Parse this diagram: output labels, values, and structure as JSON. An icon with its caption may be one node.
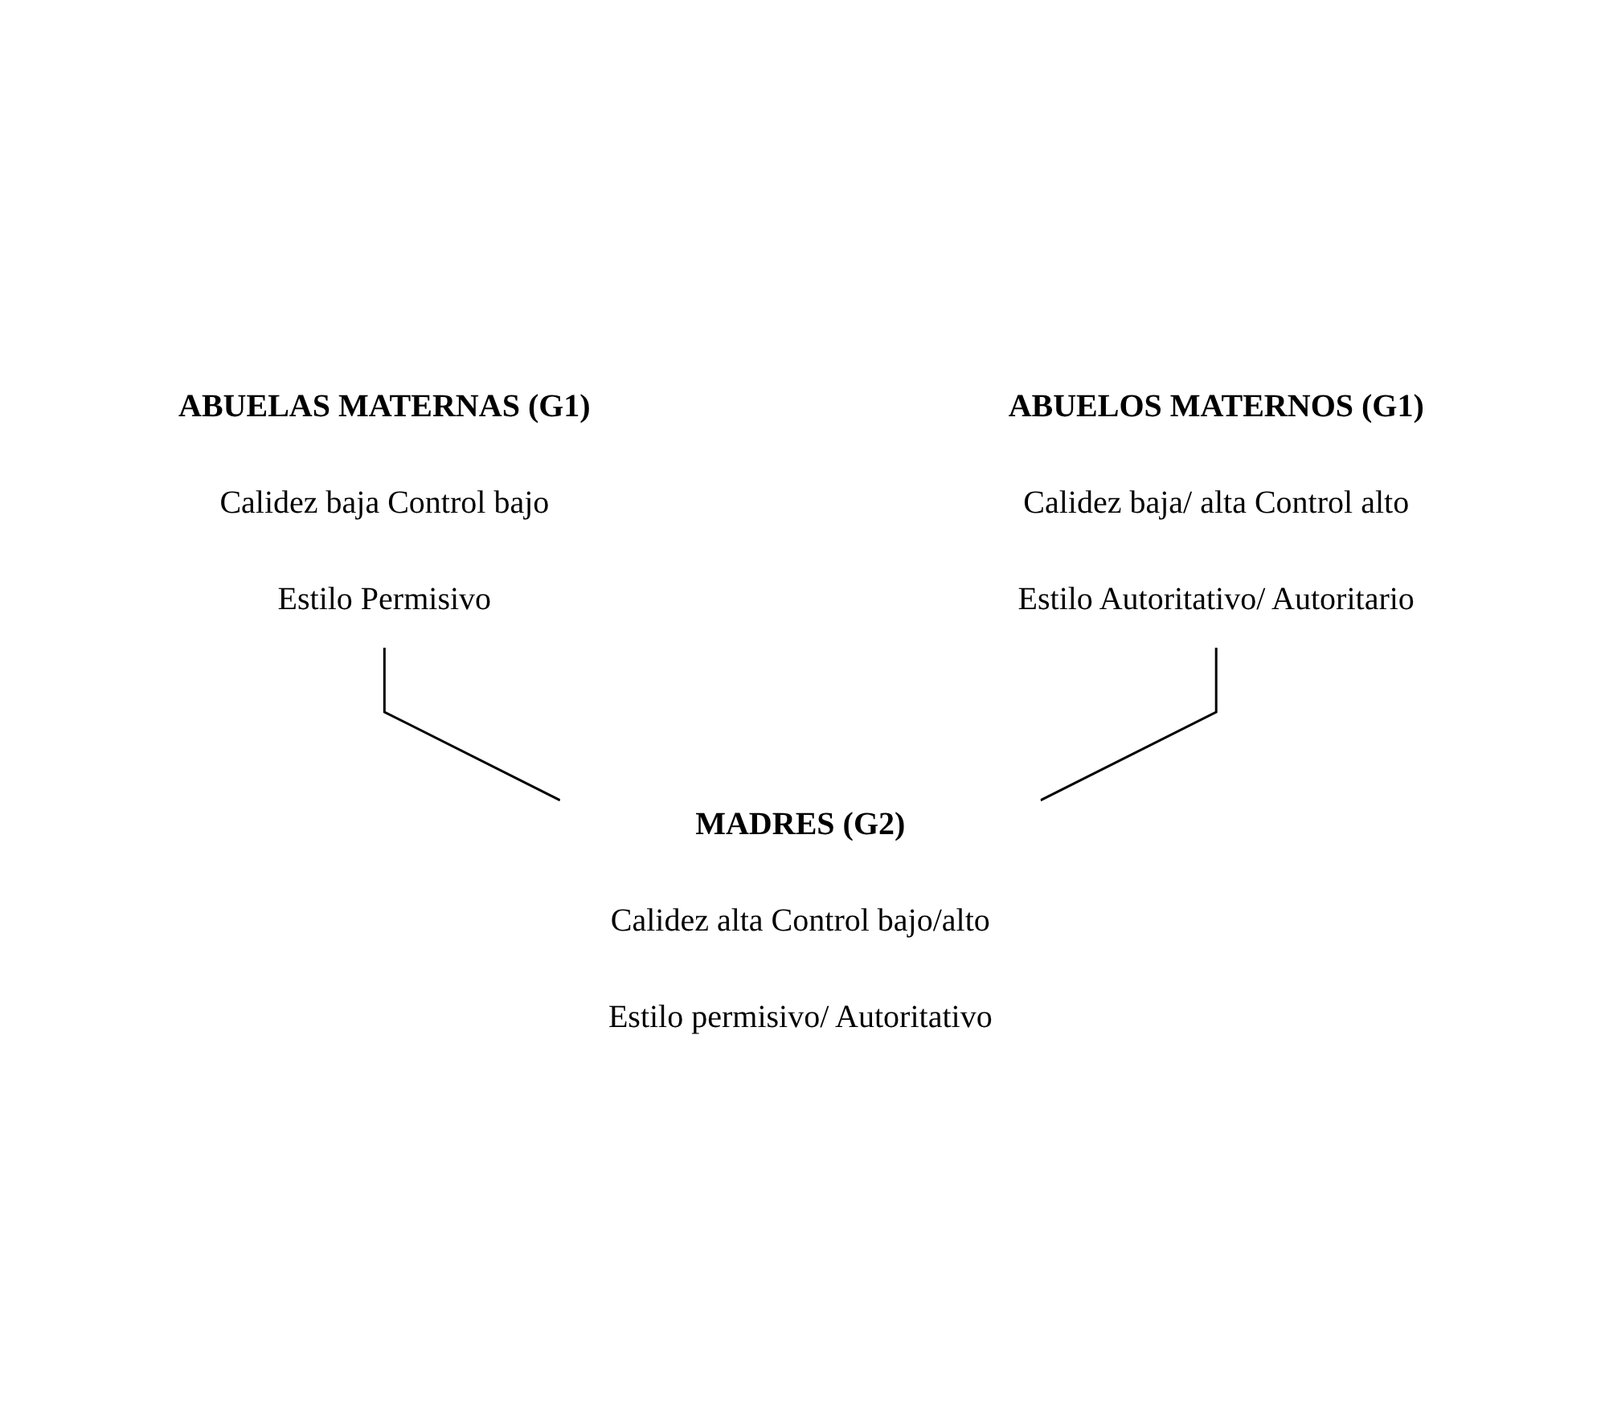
{
  "diagram": {
    "nodes": [
      {
        "text": [
          "ABUELAS MATERNAS (G1)",
          "Calidez baja Control bajo",
          "Estilo Permisivo"
        ]
      },
      {
        "text": [
          "ABUELOS MATERNOS (G1)",
          "Calidez baja/ alta Control alto",
          "Estilo Autoritativo/ Autoritario"
        ]
      },
      {
        "text": [
          "MADRES (G2)",
          "Calidez alta Control bajo/alto",
          "Estilo permisivo/ Autoritativo"
        ]
      }
    ],
    "edges": [
      {
        "from": 0,
        "to": 2,
        "arrow": "none"
      },
      {
        "from": 1,
        "to": 2,
        "arrow": "none"
      }
    ]
  }
}
